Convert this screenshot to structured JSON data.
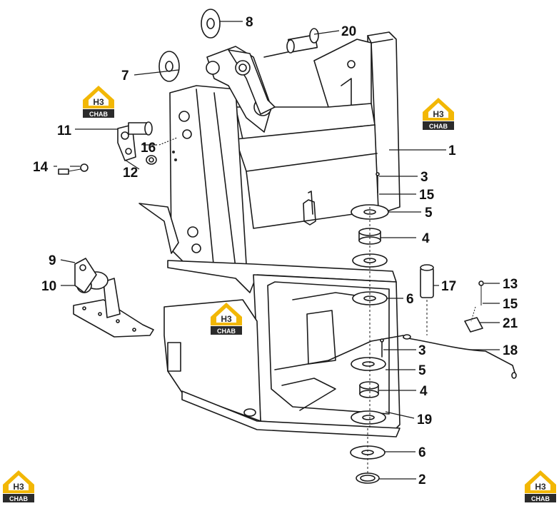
{
  "diagram": {
    "callouts": [
      {
        "id": "c1",
        "label": "1"
      },
      {
        "id": "c2",
        "label": "2"
      },
      {
        "id": "c3a",
        "label": "3"
      },
      {
        "id": "c3b",
        "label": "3"
      },
      {
        "id": "c4a",
        "label": "4"
      },
      {
        "id": "c4b",
        "label": "4"
      },
      {
        "id": "c5a",
        "label": "5"
      },
      {
        "id": "c5b",
        "label": "5"
      },
      {
        "id": "c6a",
        "label": "6"
      },
      {
        "id": "c6b",
        "label": "6"
      },
      {
        "id": "c7",
        "label": "7"
      },
      {
        "id": "c8",
        "label": "8"
      },
      {
        "id": "c9",
        "label": "9"
      },
      {
        "id": "c10",
        "label": "10"
      },
      {
        "id": "c11",
        "label": "11"
      },
      {
        "id": "c12",
        "label": "12"
      },
      {
        "id": "c13",
        "label": "13"
      },
      {
        "id": "c14",
        "label": "14"
      },
      {
        "id": "c15a",
        "label": "15"
      },
      {
        "id": "c15b",
        "label": "15"
      },
      {
        "id": "c16",
        "label": "16"
      },
      {
        "id": "c17",
        "label": "17"
      },
      {
        "id": "c18",
        "label": "18"
      },
      {
        "id": "c19",
        "label": "19"
      },
      {
        "id": "c20",
        "label": "20"
      },
      {
        "id": "c21",
        "label": "21"
      }
    ]
  },
  "watermark": {
    "mark_text": "H3",
    "word_text": "CHAB",
    "color_yellow": "#f2b705",
    "color_dark": "#2b2b2b"
  }
}
